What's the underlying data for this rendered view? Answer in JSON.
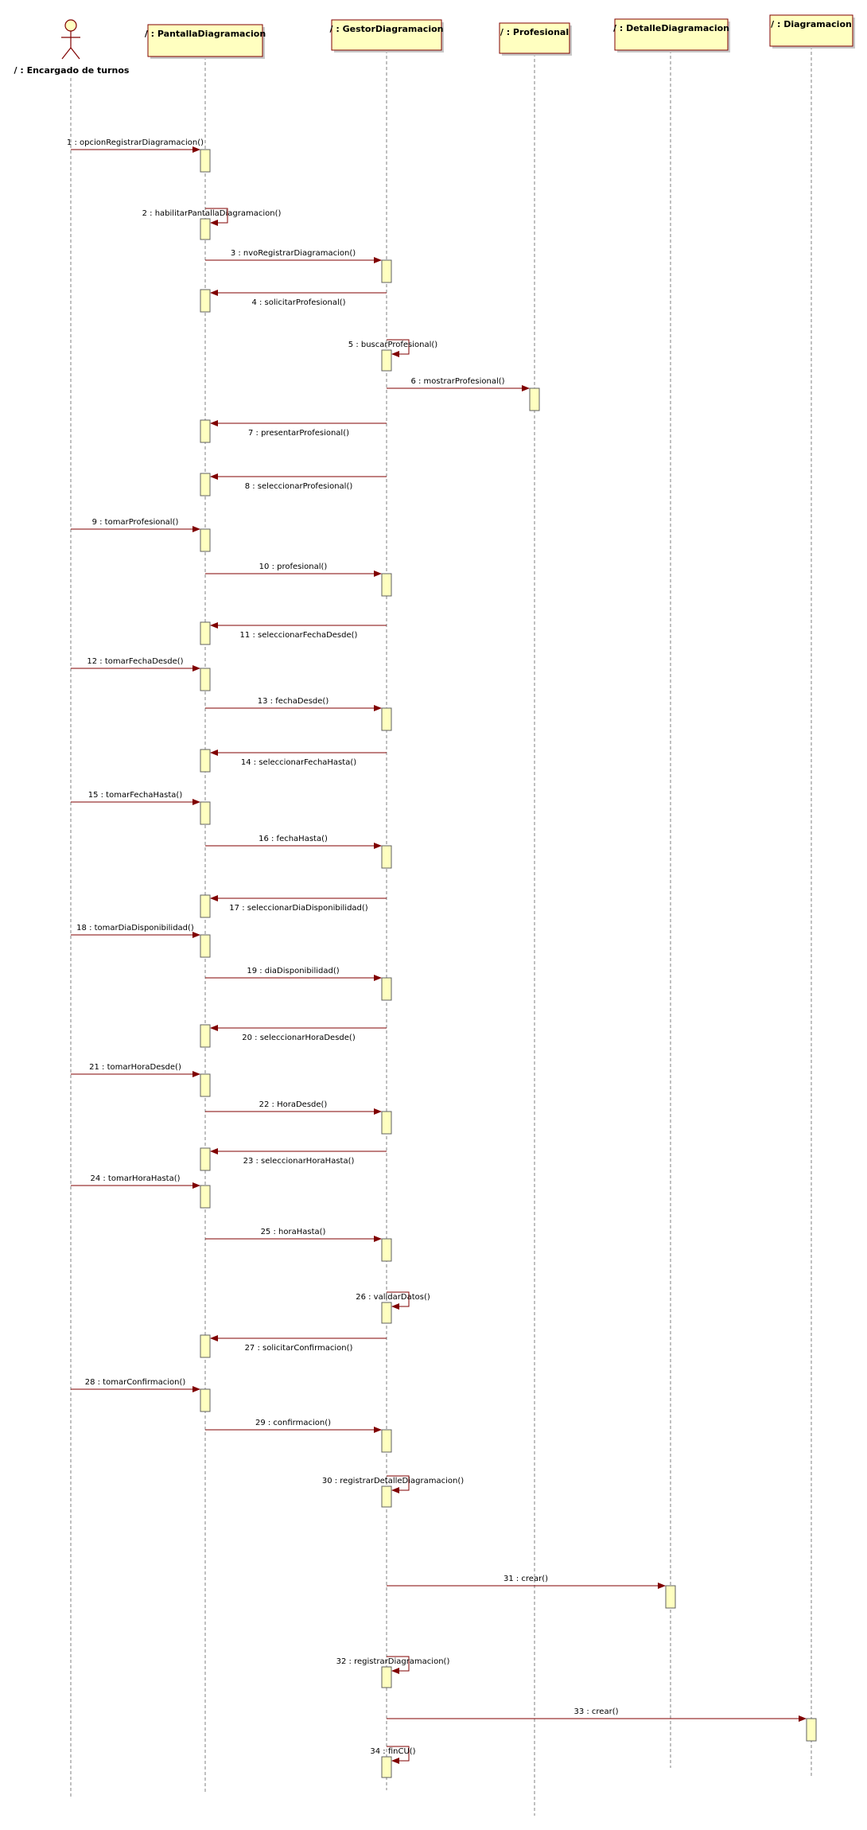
{
  "colors": {
    "object_fill": "#ffffc0",
    "object_stroke": "#800000",
    "activation_fill": "#ffffc0",
    "activation_stroke": "#606060",
    "message_line": "#800000",
    "lifeline": "#808080"
  },
  "actor": {
    "label": "/ : Encargado de turnos"
  },
  "objects": [
    {
      "id": "pantalla",
      "label": "/ : PantallaDiagramacion"
    },
    {
      "id": "gestor",
      "label": "/ : GestorDiagramacion"
    },
    {
      "id": "profesional",
      "label": "/ : Profesional"
    },
    {
      "id": "detalle",
      "label": "/ : DetalleDiagramacion"
    },
    {
      "id": "diagramacion",
      "label": "/ : Diagramacion"
    }
  ],
  "messages": [
    {
      "n": 1,
      "label": "1 : opcionRegistrarDiagramacion()",
      "from": "actor",
      "to": "pantalla"
    },
    {
      "n": 2,
      "label": "2 : habilitarPantallaDiagramacion()",
      "from": "pantalla",
      "to": "pantalla"
    },
    {
      "n": 3,
      "label": "3 : nvoRegistrarDiagramacion()",
      "from": "pantalla",
      "to": "gestor"
    },
    {
      "n": 4,
      "label": "4 : solicitarProfesional()",
      "from": "gestor",
      "to": "pantalla"
    },
    {
      "n": 5,
      "label": "5 : buscarProfesional()",
      "from": "gestor",
      "to": "gestor"
    },
    {
      "n": 6,
      "label": "6 : mostrarProfesional()",
      "from": "gestor",
      "to": "profesional"
    },
    {
      "n": 7,
      "label": "7 : presentarProfesional()",
      "from": "gestor",
      "to": "pantalla"
    },
    {
      "n": 8,
      "label": "8 : seleccionarProfesional()",
      "from": "gestor",
      "to": "pantalla"
    },
    {
      "n": 9,
      "label": "9 : tomarProfesional()",
      "from": "actor",
      "to": "pantalla"
    },
    {
      "n": 10,
      "label": "10 : profesional()",
      "from": "pantalla",
      "to": "gestor"
    },
    {
      "n": 11,
      "label": "11 : seleccionarFechaDesde()",
      "from": "gestor",
      "to": "pantalla"
    },
    {
      "n": 12,
      "label": "12 : tomarFechaDesde()",
      "from": "actor",
      "to": "pantalla"
    },
    {
      "n": 13,
      "label": "13 : fechaDesde()",
      "from": "pantalla",
      "to": "gestor"
    },
    {
      "n": 14,
      "label": "14 : seleccionarFechaHasta()",
      "from": "gestor",
      "to": "pantalla"
    },
    {
      "n": 15,
      "label": "15 : tomarFechaHasta()",
      "from": "actor",
      "to": "pantalla"
    },
    {
      "n": 16,
      "label": "16 : fechaHasta()",
      "from": "pantalla",
      "to": "gestor"
    },
    {
      "n": 17,
      "label": "17 : seleccionarDiaDisponibilidad()",
      "from": "gestor",
      "to": "pantalla"
    },
    {
      "n": 18,
      "label": "18 : tomarDiaDisponibilidad()",
      "from": "actor",
      "to": "pantalla"
    },
    {
      "n": 19,
      "label": "19 : diaDisponibilidad()",
      "from": "pantalla",
      "to": "gestor"
    },
    {
      "n": 20,
      "label": "20 : seleccionarHoraDesde()",
      "from": "gestor",
      "to": "pantalla"
    },
    {
      "n": 21,
      "label": "21 : tomarHoraDesde()",
      "from": "actor",
      "to": "pantalla"
    },
    {
      "n": 22,
      "label": "22 : HoraDesde()",
      "from": "pantalla",
      "to": "gestor"
    },
    {
      "n": 23,
      "label": "23 : seleccionarHoraHasta()",
      "from": "gestor",
      "to": "pantalla"
    },
    {
      "n": 24,
      "label": "24 : tomarHoraHasta()",
      "from": "actor",
      "to": "pantalla"
    },
    {
      "n": 25,
      "label": "25 : horaHasta()",
      "from": "pantalla",
      "to": "gestor"
    },
    {
      "n": 26,
      "label": "26 : validarDatos()",
      "from": "gestor",
      "to": "gestor"
    },
    {
      "n": 27,
      "label": "27 : solicitarConfirmacion()",
      "from": "gestor",
      "to": "pantalla"
    },
    {
      "n": 28,
      "label": "28 : tomarConfirmacion()",
      "from": "actor",
      "to": "pantalla"
    },
    {
      "n": 29,
      "label": "29 : confirmacion()",
      "from": "pantalla",
      "to": "gestor"
    },
    {
      "n": 30,
      "label": "30 : registrarDetalleDiagramacion()",
      "from": "gestor",
      "to": "gestor"
    },
    {
      "n": 31,
      "label": "31 : crear()",
      "from": "gestor",
      "to": "detalle"
    },
    {
      "n": 32,
      "label": "32 : registrarDiagramacion()",
      "from": "gestor",
      "to": "gestor"
    },
    {
      "n": 33,
      "label": "33 : crear()",
      "from": "gestor",
      "to": "diagramacion"
    },
    {
      "n": 34,
      "label": "34 : finCU()",
      "from": "gestor",
      "to": "gestor"
    }
  ]
}
